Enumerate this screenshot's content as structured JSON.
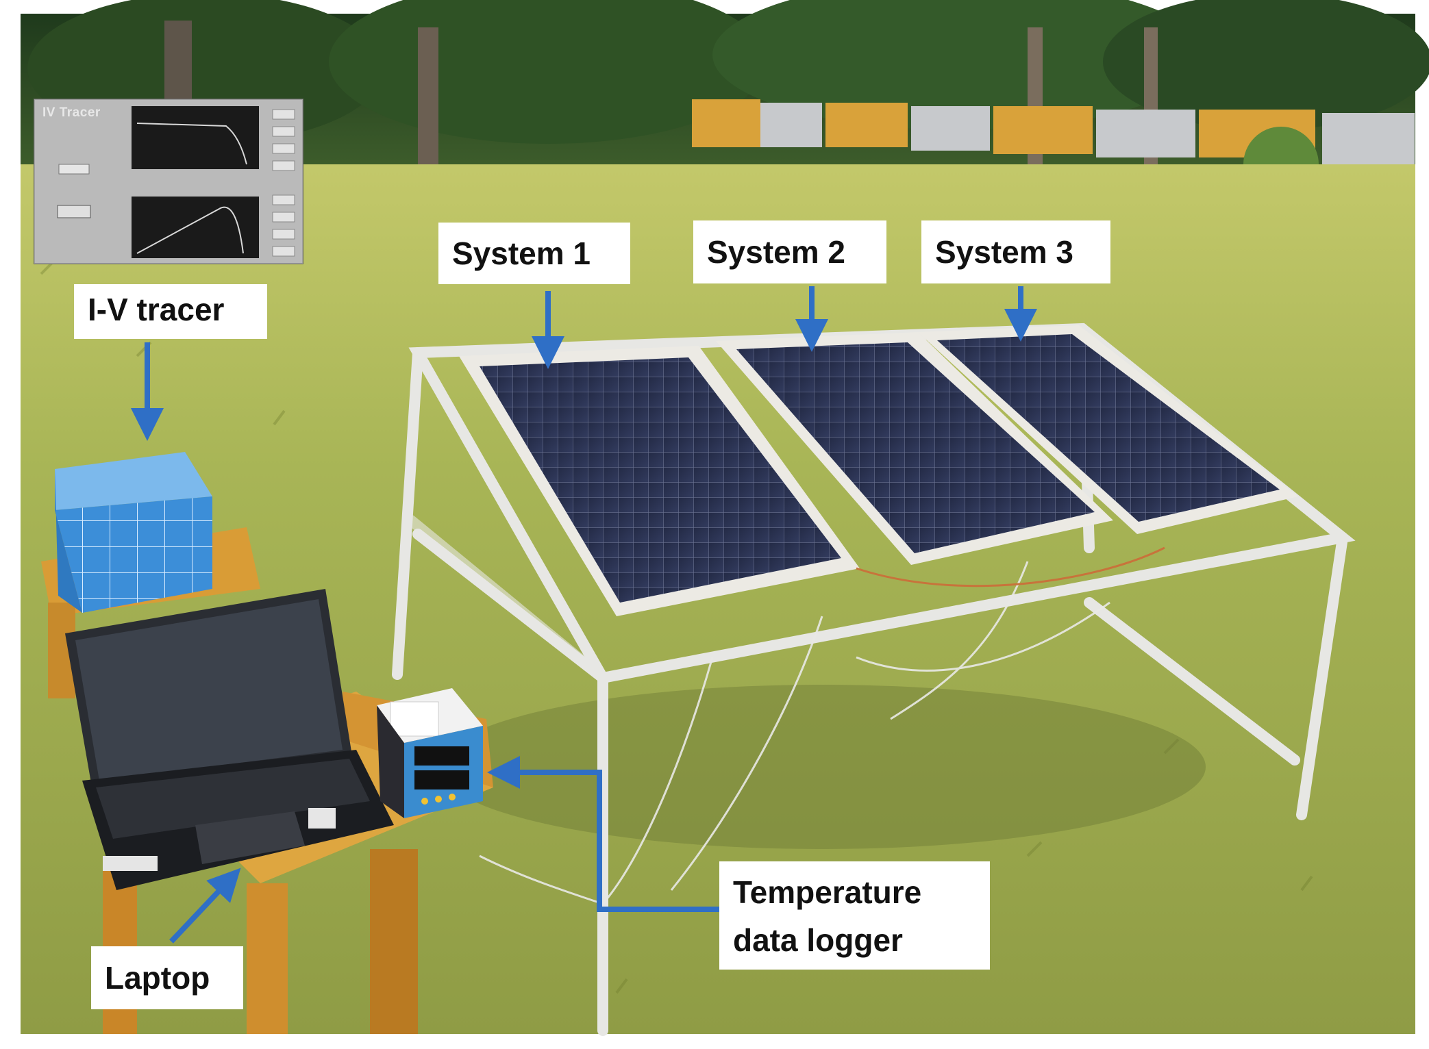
{
  "labels": {
    "iv_tracer": "I-V tracer",
    "system_1": "System 1",
    "system_2": "System 2",
    "system_3": "System 3",
    "laptop": "Laptop",
    "temp_logger_line1": "Temperature",
    "temp_logger_line2": "data logger"
  },
  "inset": {
    "title": "IV Tracer"
  },
  "colors": {
    "arrow": "#2f6fc6",
    "label_bg": "#ffffff",
    "grass": "#9fae52"
  }
}
